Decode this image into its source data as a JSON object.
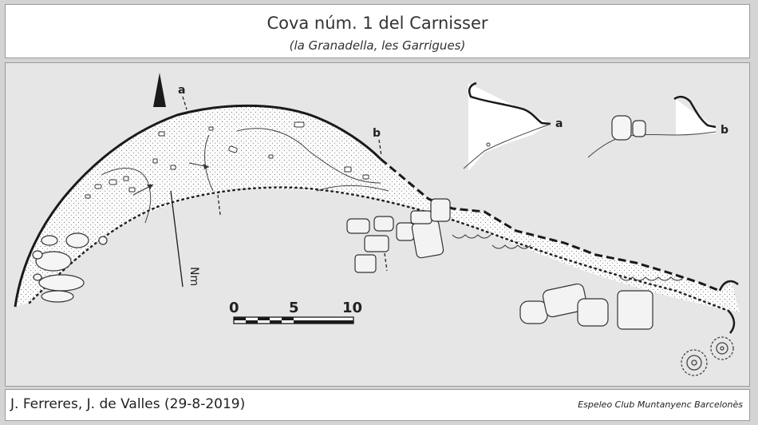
{
  "title": "Cova núm. 1 del Carnisser",
  "subtitle": "(la Granadella, les Garrigues)",
  "footer": {
    "authors": "J. Ferreres, J. de Valles (29-8-2019)",
    "club": "Espeleo Club Muntanyenc Barcelonès"
  },
  "map": {
    "north_label": "Nm",
    "section_a": "a",
    "section_b": "b",
    "profile_a_label": "a",
    "profile_b_label": "b",
    "scale_labels": [
      "0",
      "5",
      "10"
    ]
  }
}
